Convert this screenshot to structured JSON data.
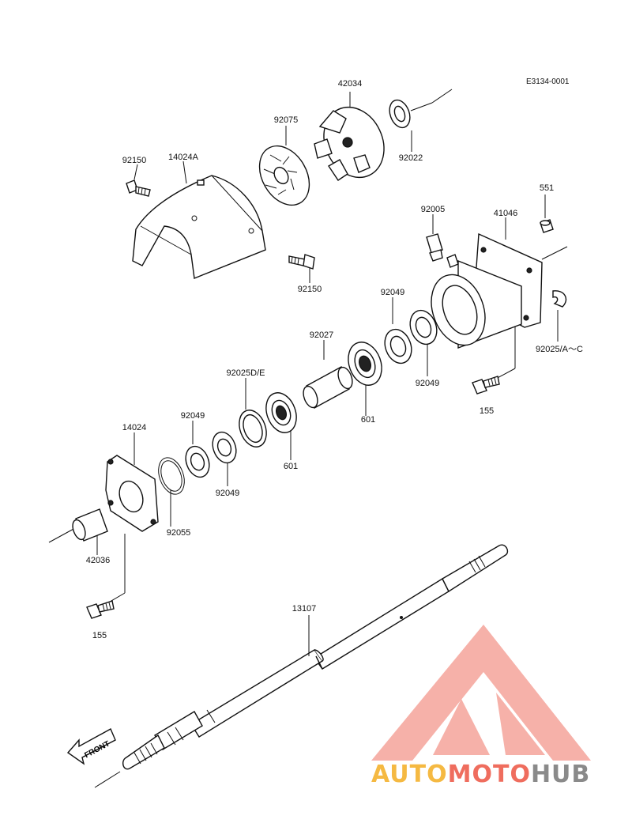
{
  "diagram": {
    "code": "E3134-0001",
    "front_label": "FRONT",
    "labels": {
      "p42034": "42034",
      "p92075": "92075",
      "p92022": "92022",
      "p92150a": "92150",
      "p14024a": "14024A",
      "p92150b": "92150",
      "p551": "551",
      "p92005": "92005",
      "p41046": "41046",
      "p92049a": "92049",
      "p92027": "92027",
      "p92025de": "92025D/E",
      "p92049b": "92049",
      "p14024": "14024",
      "p92049c": "92049",
      "p601a": "601",
      "p601b": "601",
      "p92049d": "92049",
      "p92025ac": "92025/A～C",
      "p155a": "155",
      "p92055": "92055",
      "p42036": "42036",
      "p13107": "13107",
      "p155b": "155"
    }
  },
  "watermark": {
    "part1": "AUTO",
    "part2": "MOTO",
    "part3": "HUB",
    "color1": "#f5b942",
    "color2": "#ef6d5e",
    "color3": "#8a8a8a",
    "logo_color": "#ef6d5e"
  }
}
